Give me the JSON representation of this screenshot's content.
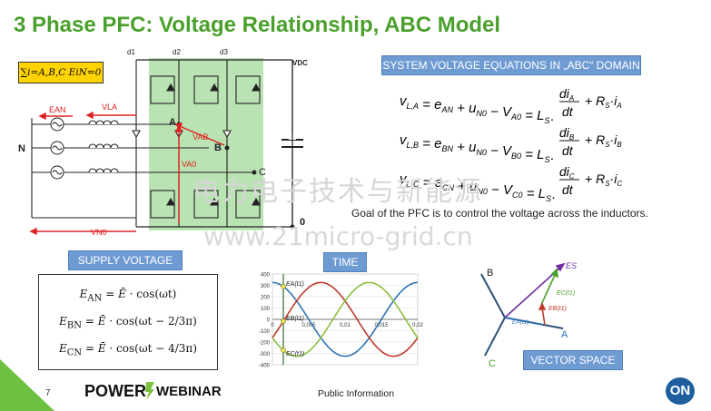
{
  "slide": {
    "title": "3 Phase PFC: Voltage Relationship, ABC Model",
    "sum_label": "∑i=A,B,C EiN=0",
    "page_number": "7",
    "footer_public": "Public Information",
    "logo_power": "POWER",
    "logo_webinar": "WEBINAR",
    "logo_on": "ON",
    "watermark_cn": "电力电子技术与新能源",
    "watermark_url": "www.21micro-grid.cn"
  },
  "labels": {
    "system_eq_box": "SYSTEM VOLTAGE EQUATIONS IN „ABC“ DOMAIN",
    "supply_voltage": "SUPPLY VOLTAGE",
    "time": "TIME",
    "vector_space": "VECTOR SPACE",
    "goal": "Goal of the PFC is to control the voltage across the inductors."
  },
  "circuit": {
    "d1": "d1",
    "d2": "d2",
    "d3": "d3",
    "vdc": "VDC",
    "n": "N",
    "a": "A",
    "b": "B",
    "c": "C",
    "zero": "0",
    "ean": "EAN",
    "vla": "VLA",
    "vab": "VAB",
    "va0": "VA0",
    "vn0": "VN0"
  },
  "system_equations": [
    {
      "lhs": "v",
      "sub": "L,A",
      "e": "AN",
      "u": "N0",
      "v": "A0",
      "i": "A"
    },
    {
      "lhs": "v",
      "sub": "L,B",
      "e": "BN",
      "u": "N0",
      "v": "B0",
      "i": "B"
    },
    {
      "lhs": "v",
      "sub": "L,C",
      "e": "CN",
      "u": "N0",
      "v": "C0",
      "i": "C"
    }
  ],
  "supply_equations": [
    {
      "lhs": "E",
      "sub": "AN",
      "arg": "cos(ωt)"
    },
    {
      "lhs": "E",
      "sub": "BN",
      "arg": "cos(ωt − 2/3π)"
    },
    {
      "lhs": "E",
      "sub": "CN",
      "arg": "cos(ωt − 4/3π)"
    }
  ],
  "chart_data": {
    "type": "line",
    "title": "",
    "xlabel": "",
    "ylabel": "",
    "xlim": [
      0,
      0.02
    ],
    "ylim": [
      -400,
      400
    ],
    "x_ticks": [
      "0",
      "0,005",
      "0,01",
      "0,015",
      "0,02"
    ],
    "y_ticks": [
      "400",
      "300",
      "200",
      "100",
      "0",
      "-100",
      "-200",
      "-300",
      "-400"
    ],
    "series": [
      {
        "name": "",
        "color": "#2e75b6",
        "amplitude": 325,
        "phase_deg": 0
      },
      {
        "name": "",
        "color": "#c0392b",
        "amplitude": 325,
        "phase_deg": -120
      },
      {
        "name": "",
        "color": "#8cbf3f",
        "amplitude": 325,
        "phase_deg": -240
      }
    ],
    "annotations": [
      "EA(t1)",
      "EB(t1)",
      "EC(t1)"
    ],
    "marker_t1": 0.0015
  },
  "vector_space": {
    "axis_a": "A",
    "axis_b": "B",
    "axis_c": "C",
    "es": "ES",
    "ec": "EC(t1)",
    "eb": "EB(t1)",
    "ea": "EA(t1)"
  },
  "colors": {
    "title_green": "#4aa02c",
    "label_blue": "#6f9bd3",
    "highlight_green": "#b9e3b2",
    "arrow_red": "#e02020",
    "vector_purple": "#7030a0"
  }
}
